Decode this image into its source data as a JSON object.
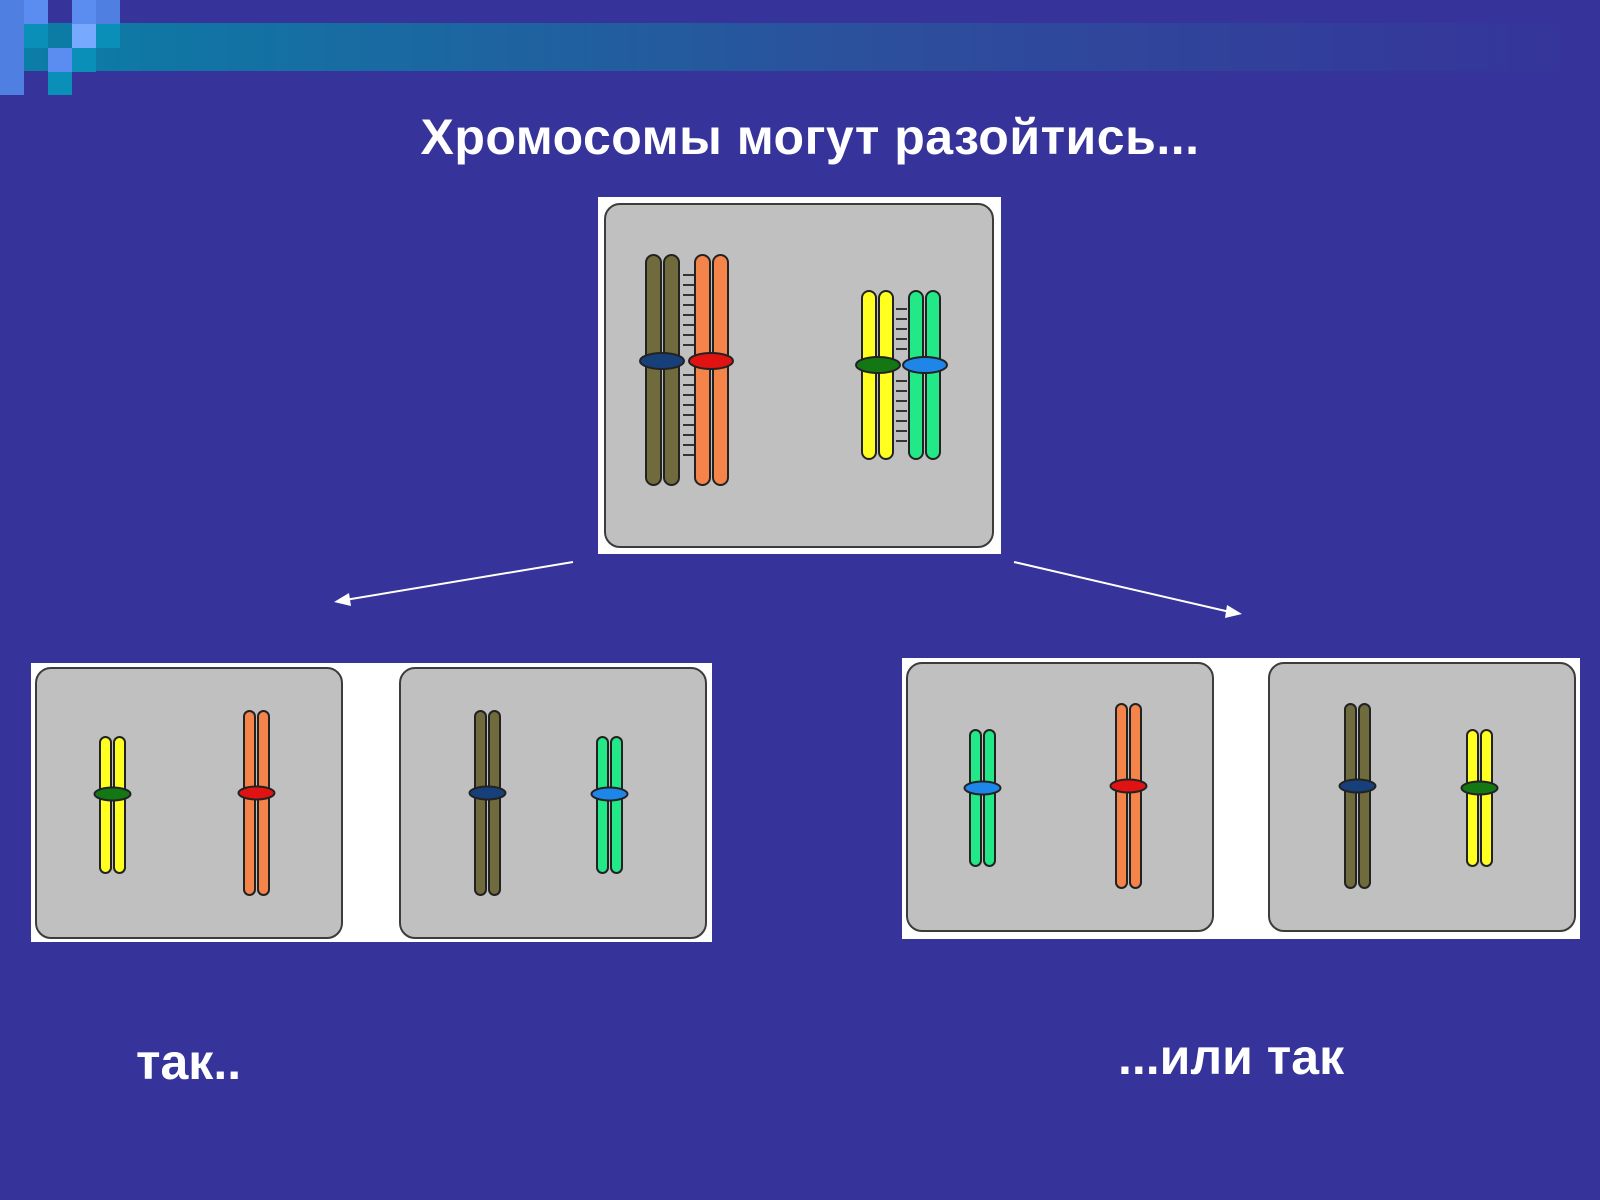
{
  "slide": {
    "title": "Хромосомы могут разойтись...",
    "caption_left": "так..",
    "caption_right": "...или так"
  },
  "colors": {
    "background": "#36339a",
    "cell_fill": "#c0c0c0",
    "cell_border": "#3c3c3c",
    "olive": "#6f6b3c",
    "orange": "#f5844a",
    "yellow": "#ffff22",
    "green": "#22e888",
    "centromere_navy": "#17407a",
    "centromere_red": "#e01212",
    "centromere_darkgreen": "#137813",
    "centromere_blue": "#1e86e8",
    "arrow": "#ffffff"
  }
}
